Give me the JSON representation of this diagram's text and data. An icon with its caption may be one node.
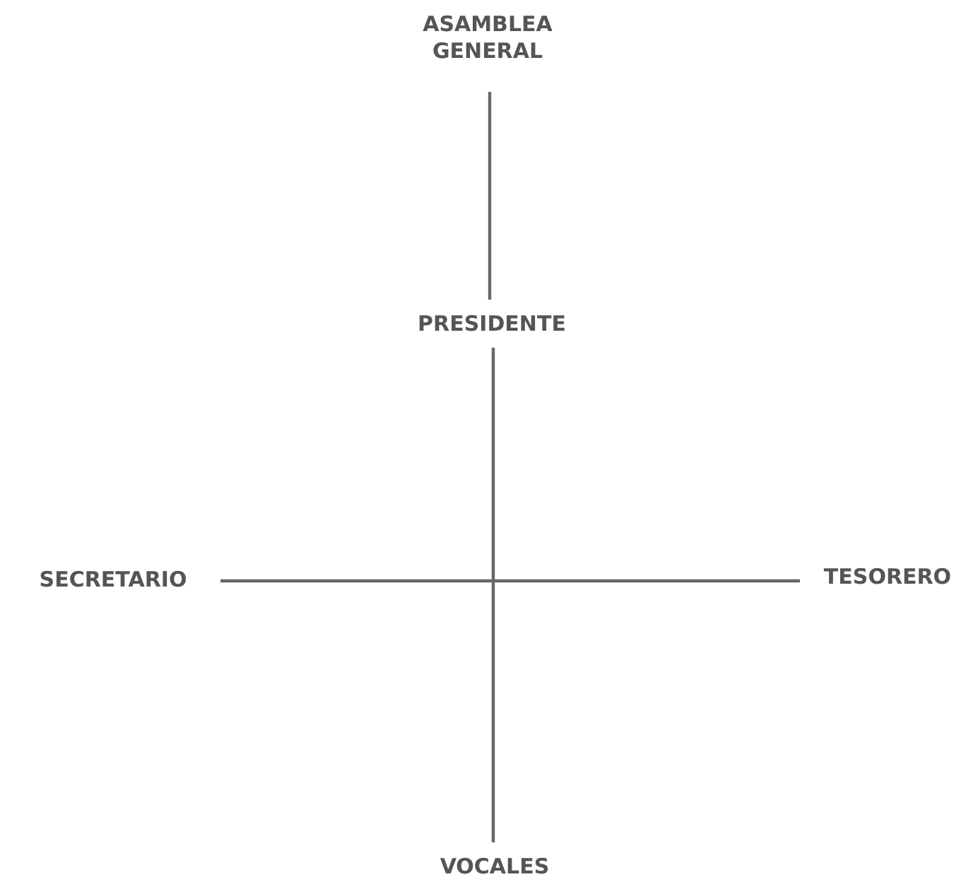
{
  "diagram": {
    "nodes": [
      {
        "text": [
          "ASAMBLEA GENERAL"
        ]
      },
      {
        "text": [
          "PRESIDENTE"
        ]
      },
      {
        "text": [
          "SECRETARIO"
        ]
      },
      {
        "text": [
          "TESORERO"
        ]
      },
      {
        "text": [
          "VOCALES"
        ]
      }
    ],
    "edges": [
      {
        "from": 0,
        "to": 1,
        "arrow": "none"
      },
      {
        "from": 1,
        "to": 4,
        "arrow": "none"
      },
      {
        "from": 2,
        "to": 3,
        "arrow": "none"
      }
    ]
  }
}
